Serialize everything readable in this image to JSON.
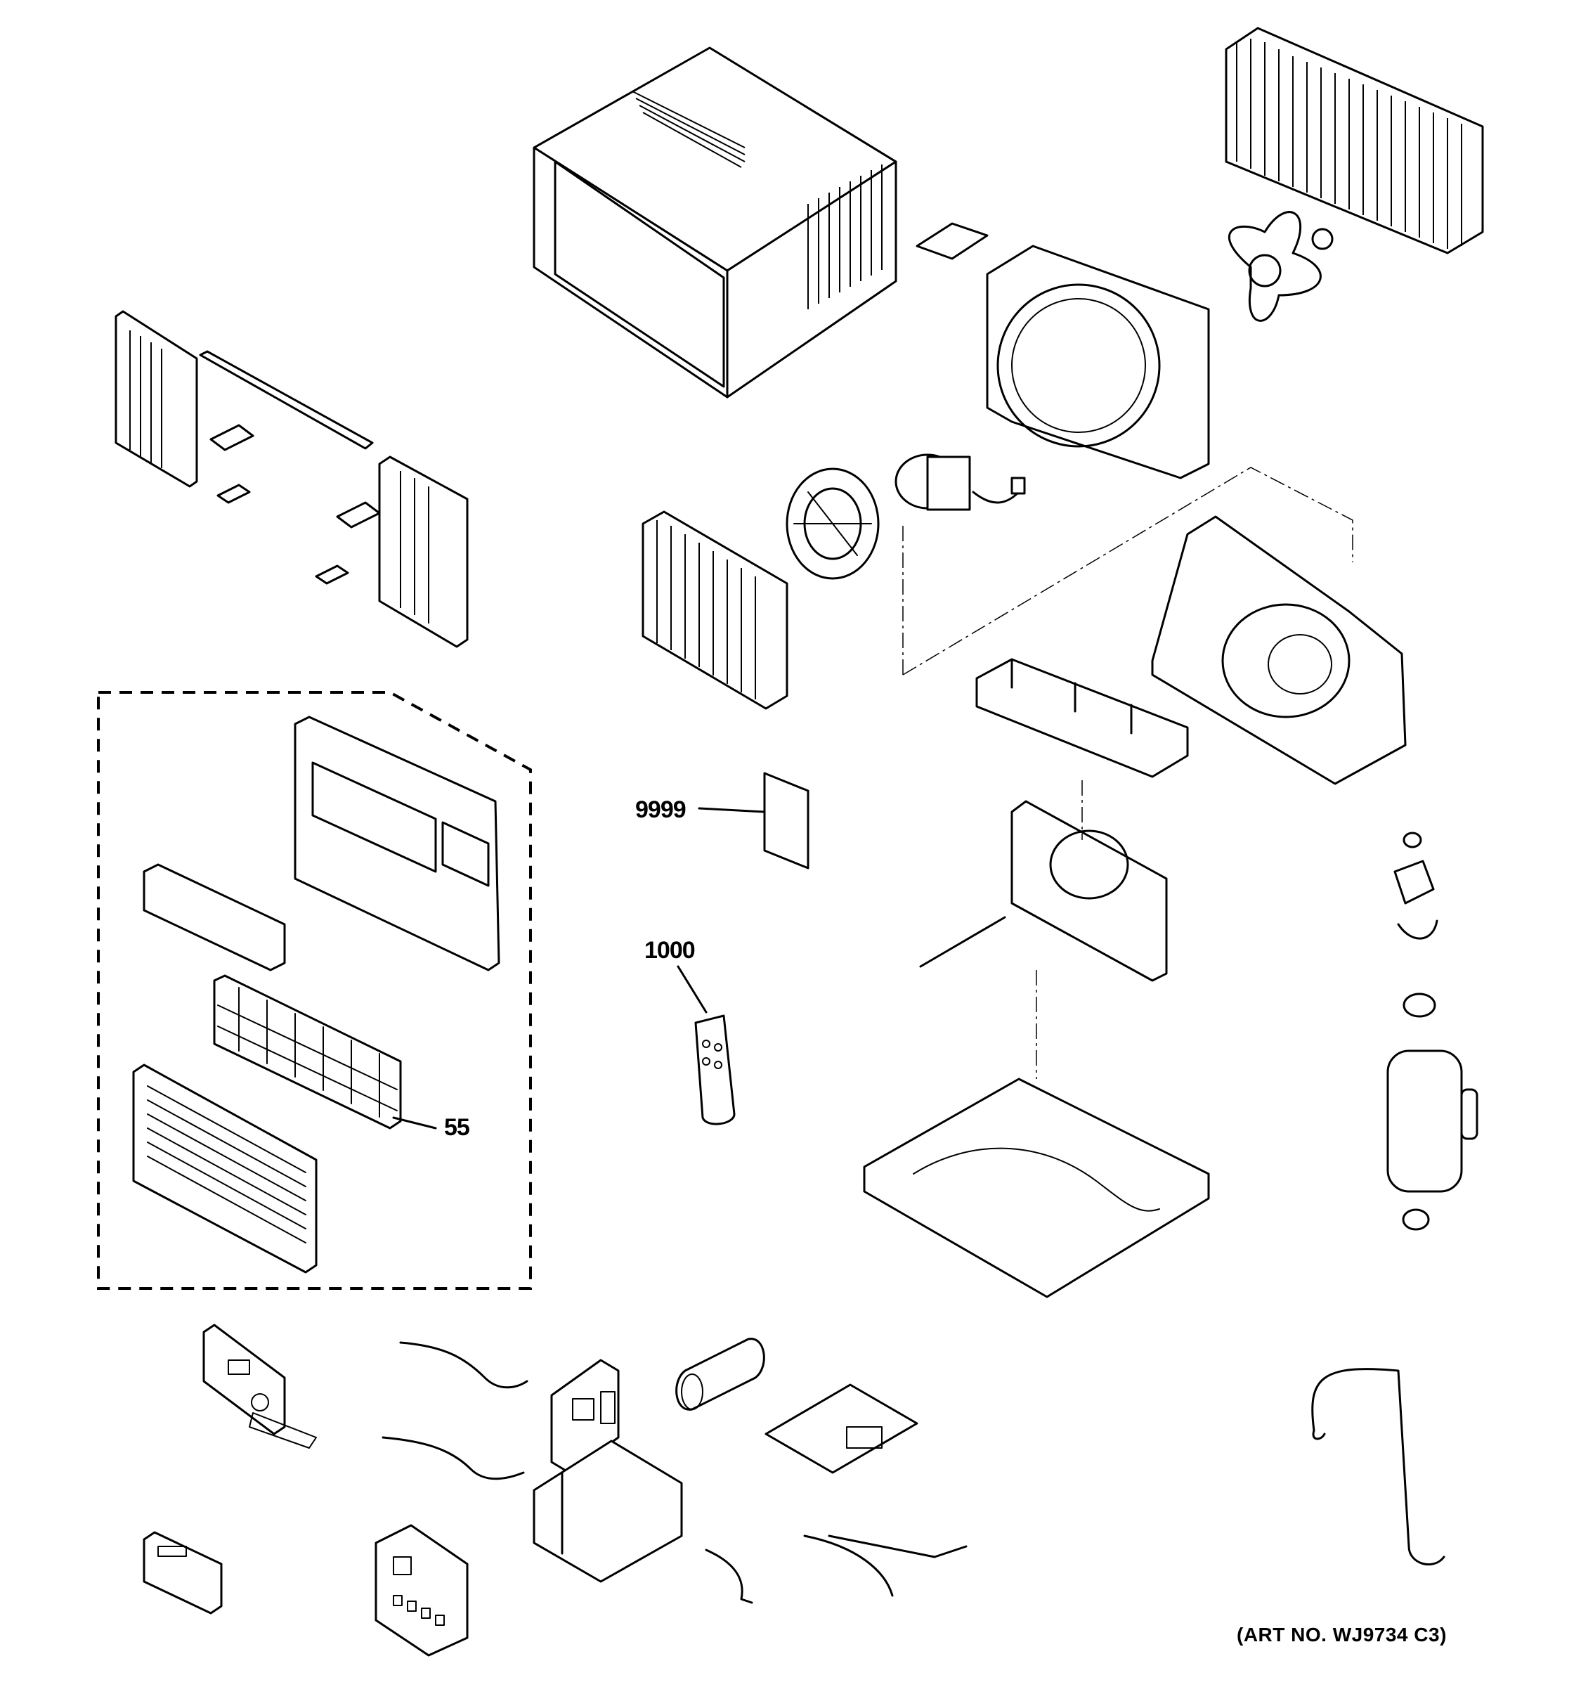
{
  "diagram": {
    "callouts": [
      {
        "id": "9999",
        "text": "9999"
      },
      {
        "id": "1000",
        "text": "1000"
      },
      {
        "id": "55",
        "text": "55"
      }
    ],
    "art_number": "(ART NO. WJ9734 C3)"
  },
  "colors": {
    "line": "#000000",
    "background": "#ffffff"
  }
}
